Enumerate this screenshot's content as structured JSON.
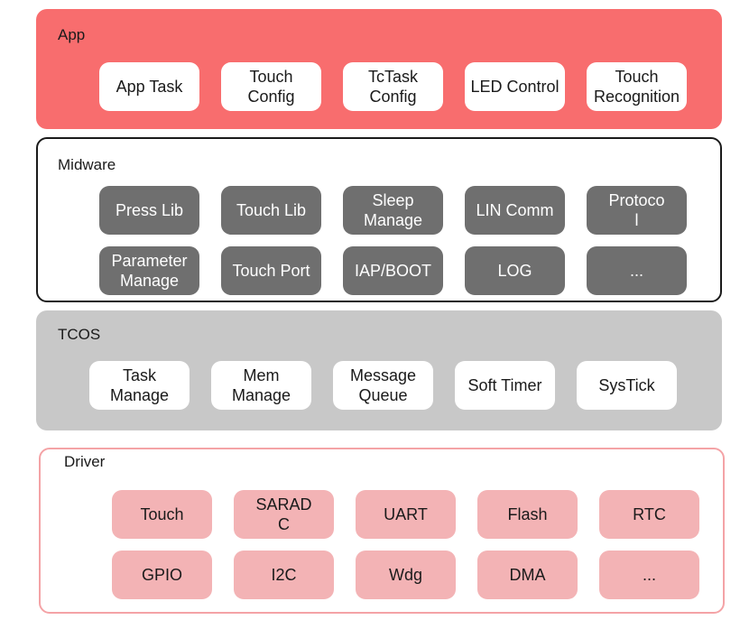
{
  "app": {
    "title": "App",
    "items": [
      "App Task",
      "Touch\nConfig",
      "TcTask\nConfig",
      "LED Control",
      "Touch\nRecognition"
    ]
  },
  "midware": {
    "title": "Midware",
    "row1": [
      "Press Lib",
      "Touch Lib",
      "Sleep\nManage",
      "LIN Comm",
      "Protoco\nl"
    ],
    "row2": [
      "Parameter\nManage",
      "Touch Port",
      "IAP/BOOT",
      "LOG",
      "..."
    ]
  },
  "tcos": {
    "title": "TCOS",
    "items": [
      "Task\nManage",
      "Mem\nManage",
      "Message\nQueue",
      "Soft Timer",
      "SysTick"
    ]
  },
  "driver": {
    "title": "Driver",
    "row1": [
      "Touch",
      "SARAD\nC",
      "UART",
      "Flash",
      "RTC"
    ],
    "row2": [
      "GPIO",
      "I2C",
      "Wdg",
      "DMA",
      "..."
    ]
  },
  "colors": {
    "app_bg": "#f86d6e",
    "midware_box": "#6f6f6f",
    "tcos_bg": "#c8c8c8",
    "driver_box": "#f3b3b5",
    "driver_border": "#f4a3a6"
  }
}
